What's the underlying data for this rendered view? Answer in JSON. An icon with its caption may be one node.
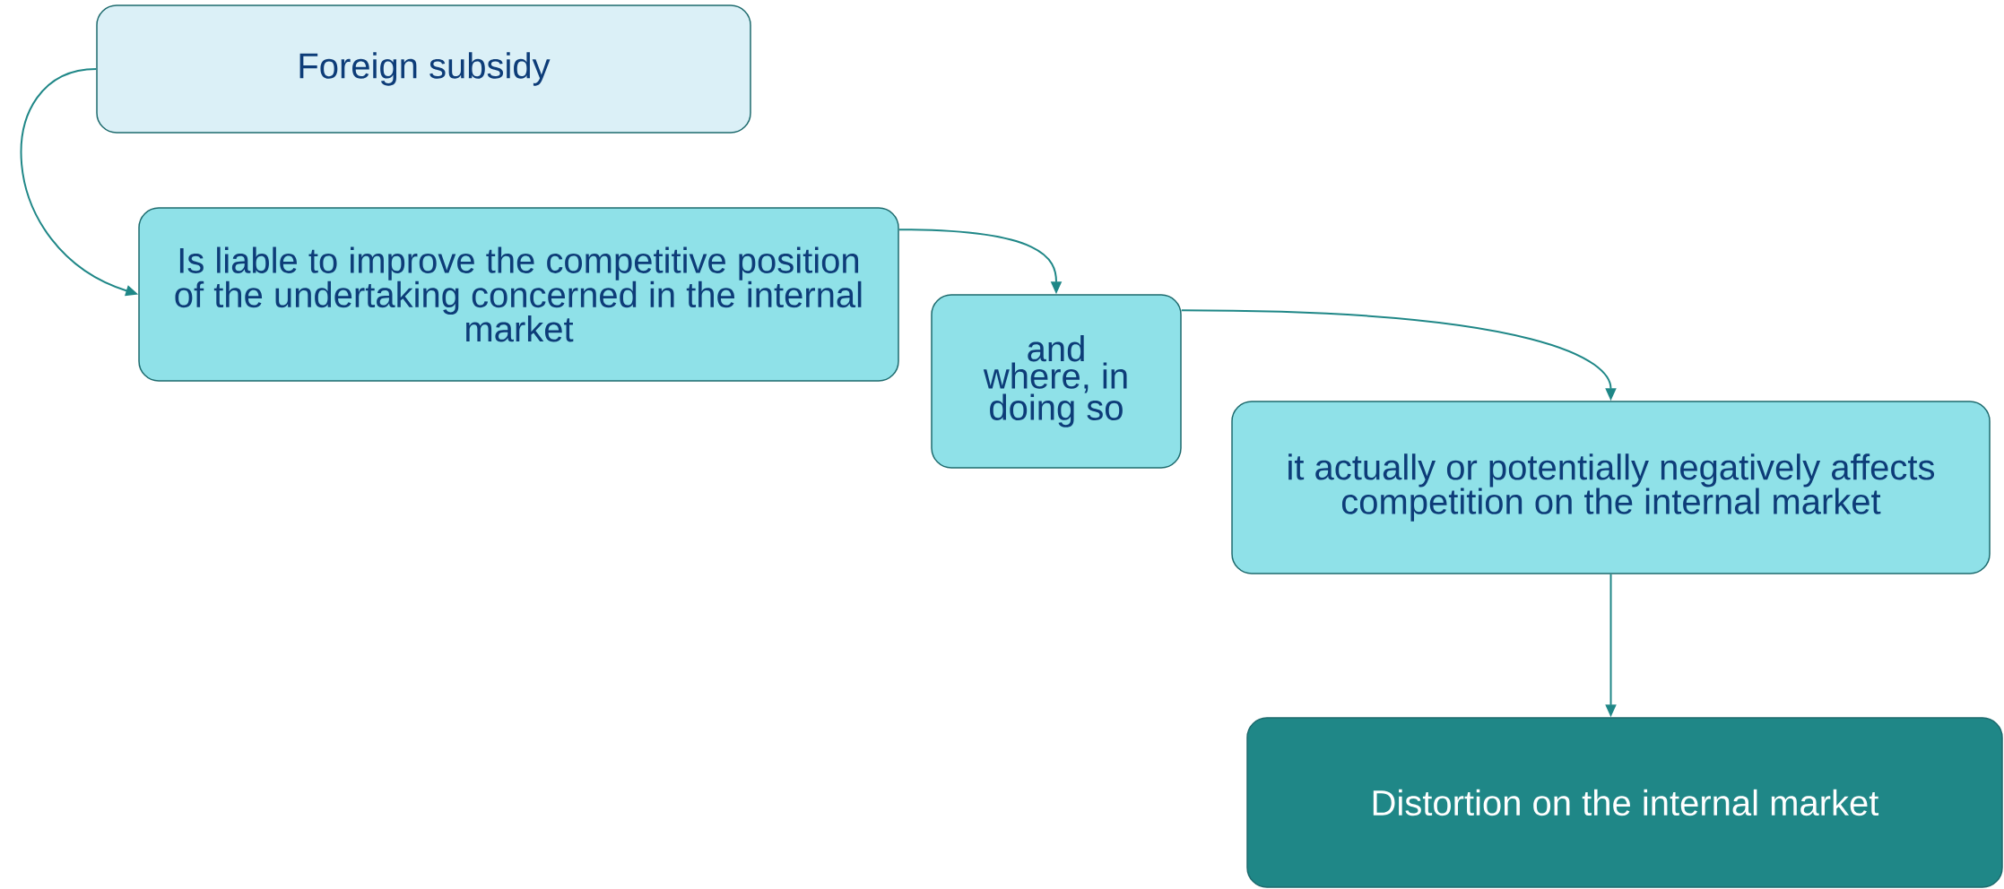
{
  "diagram": {
    "nodes": [
      {
        "text": [
          "Foreign subsidy"
        ]
      },
      {
        "text": [
          "Is liable to improve the competitive position of the undertaking concerned in the internal market"
        ]
      },
      {
        "text": [
          "and where, in doing so"
        ]
      },
      {
        "text": [
          "it actually or potentially negatively affects competition on the internal market"
        ]
      },
      {
        "text": [
          "Distortion on the internal market"
        ]
      }
    ],
    "edges": [
      {
        "from": 0,
        "to": 1,
        "arrow": "to"
      },
      {
        "from": 1,
        "to": 2,
        "arrow": "to"
      },
      {
        "from": 2,
        "to": 3,
        "arrow": "to"
      },
      {
        "from": 3,
        "to": 4,
        "arrow": "to"
      }
    ]
  }
}
